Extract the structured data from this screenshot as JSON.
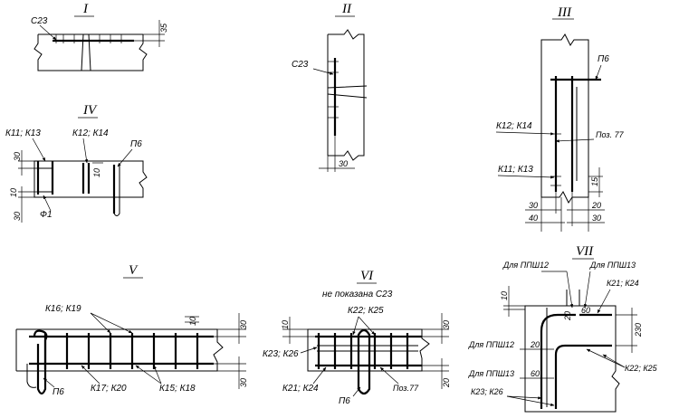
{
  "sections": {
    "s1": {
      "title": "I",
      "labels": {
        "c23": "C23",
        "d35": "35"
      }
    },
    "s2": {
      "title": "II",
      "labels": {
        "c23": "C23",
        "d30": "30"
      }
    },
    "s3": {
      "title": "III",
      "labels": {
        "p6": "П6",
        "k12k14": "К12; К14",
        "poz77": "Поз. 77",
        "k11k13": "К11; К13",
        "d15": "15",
        "d30": "30",
        "d40": "40",
        "d20": "20",
        "d30b": "30"
      }
    },
    "s4": {
      "title": "IV",
      "labels": {
        "k11k13": "К11; К13",
        "k12k14": "К12; К14",
        "p6": "П6",
        "f1": "Ф1",
        "d30a": "30",
        "d10": "10",
        "d30b": "30",
        "d10b": "10"
      }
    },
    "s5": {
      "title": "V",
      "labels": {
        "k16k19": "К16; К19",
        "p6": "П6",
        "k17k20": "К17; К20",
        "k15k18": "К15; К18",
        "d10": "10",
        "d30a": "30",
        "d30b": "30"
      }
    },
    "s6": {
      "title": "VI",
      "note": "не показана С23",
      "labels": {
        "k22k25": "К22; К25",
        "k23k26": "К23; К26",
        "k21k24": "К21; К24",
        "p6": "П6",
        "poz77": "Поз.77",
        "d10": "10",
        "d30": "30",
        "d20": "20"
      }
    },
    "s7": {
      "title": "VII",
      "labels": {
        "ppsh12a": "Для ППШ12",
        "ppsh13a": "Для ППШ13",
        "k21k24": "К21; К24",
        "d10": "10",
        "d20": "20",
        "d60": "60",
        "d230": "230",
        "ppsh12b": "Для ППШ12",
        "d20b": "20",
        "ppsh13b": "Для ППШ13",
        "d60b": "60",
        "k22k25": "К22; К25",
        "k23k26": "К23; К26"
      }
    }
  }
}
